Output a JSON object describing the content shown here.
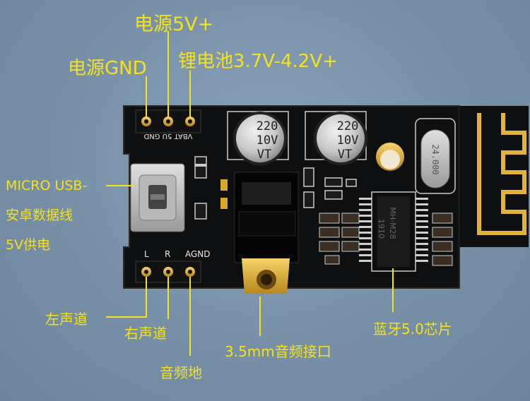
{
  "labels": {
    "power_5v": "电源5V+",
    "power_gnd": "电源GND",
    "battery": "锂电池3.7V-4.2V+",
    "usb_line1": "MICRO USB-",
    "usb_line2": "安卓数据线",
    "usb_line3": "5V供电",
    "left_channel": "左声道",
    "right_channel": "右声道",
    "audio_ground": "音频地",
    "jack": "3.5mm音频接口",
    "bt_chip": "蓝牙5.0芯片"
  },
  "silkscreen": {
    "top_pins": "VBAT 5U GND",
    "bottom_pins_l": "L",
    "bottom_pins_r": "R",
    "bottom_pins_agnd": "AGND",
    "cap_value": "220",
    "cap_voltage": "10V",
    "cap_series": "VT",
    "crystal": "24.000",
    "chip_marking_1": "MH-M28",
    "chip_marking_2": "1910"
  },
  "colors": {
    "label": "#f4e21a",
    "pcb": "#0e0f10",
    "background": "#7790a8",
    "gold": "#d9a72a"
  }
}
